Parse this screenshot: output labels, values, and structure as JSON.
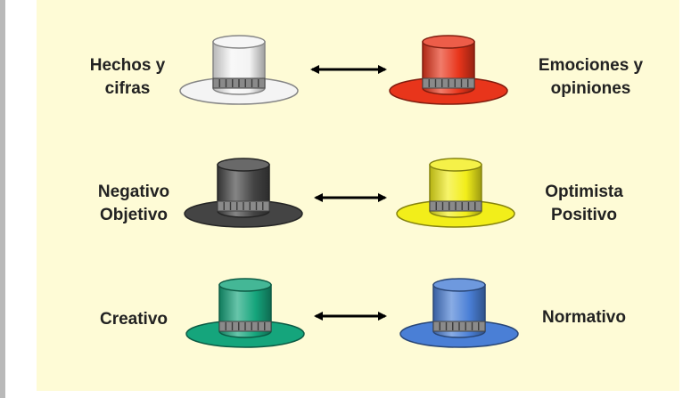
{
  "diagram": {
    "rows": [
      {
        "left": {
          "lines": [
            "Hechos y",
            "cifras"
          ],
          "hat_color": "#f4f4f4",
          "hat_name": "white-hat"
        },
        "right": {
          "lines": [
            "Emociones y",
            "opiniones"
          ],
          "hat_color": "#e8351b",
          "hat_name": "red-hat"
        }
      },
      {
        "left": {
          "lines": [
            "Negativo",
            "Objetivo"
          ],
          "hat_color": "#444444",
          "hat_name": "black-hat"
        },
        "right": {
          "lines": [
            "Optimista",
            "Positivo"
          ],
          "hat_color": "#f2ee1a",
          "hat_name": "yellow-hat"
        }
      },
      {
        "left": {
          "lines": [
            "Creativo"
          ],
          "hat_color": "#15a57c",
          "hat_name": "green-hat"
        },
        "right": {
          "lines": [
            "Normativo"
          ],
          "hat_color": "#4a7fd6",
          "hat_name": "blue-hat"
        }
      }
    ]
  }
}
